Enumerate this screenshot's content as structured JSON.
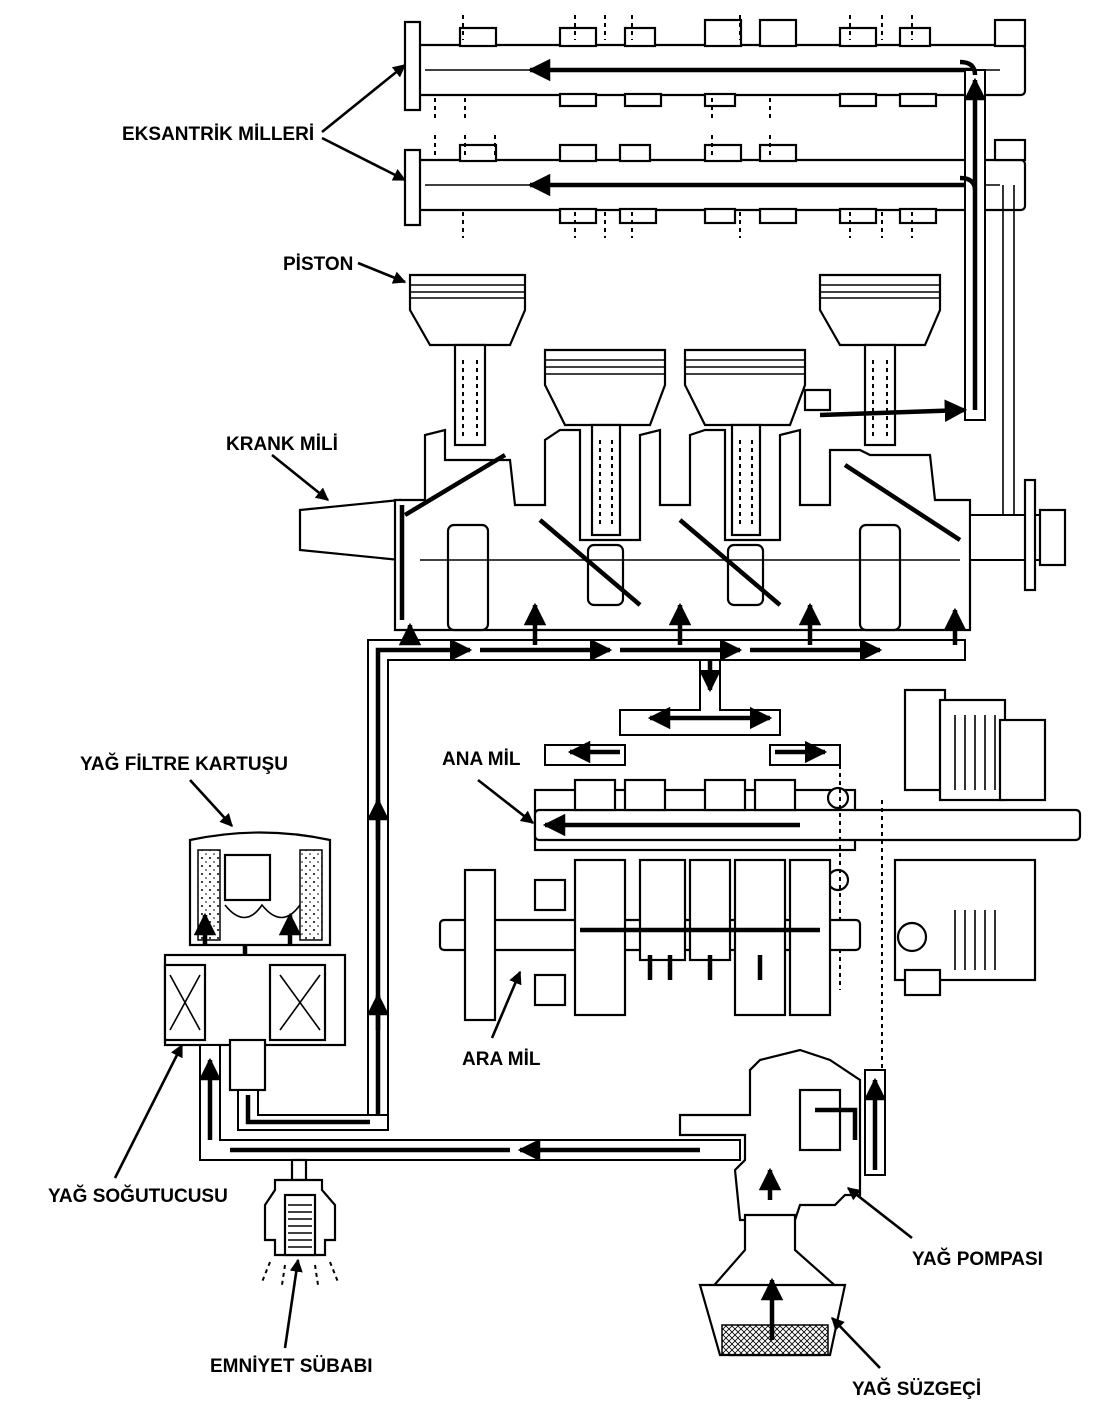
{
  "labels": {
    "camshafts": "EKSANTRİK MİLLERİ",
    "piston": "PİSTON",
    "crankshaft": "KRANK MİLİ",
    "main_shaft": "ANA MİL",
    "oil_filter": "YAĞ FİLTRE KARTUŞU",
    "countershaft": "ARA MİL",
    "oil_cooler": "YAĞ SOĞUTUCUSU",
    "relief_valve": "EMNİYET SÜBABI",
    "oil_pump": "YAĞ POMPASI",
    "oil_strainer": "YAĞ SÜZGEÇİ"
  }
}
